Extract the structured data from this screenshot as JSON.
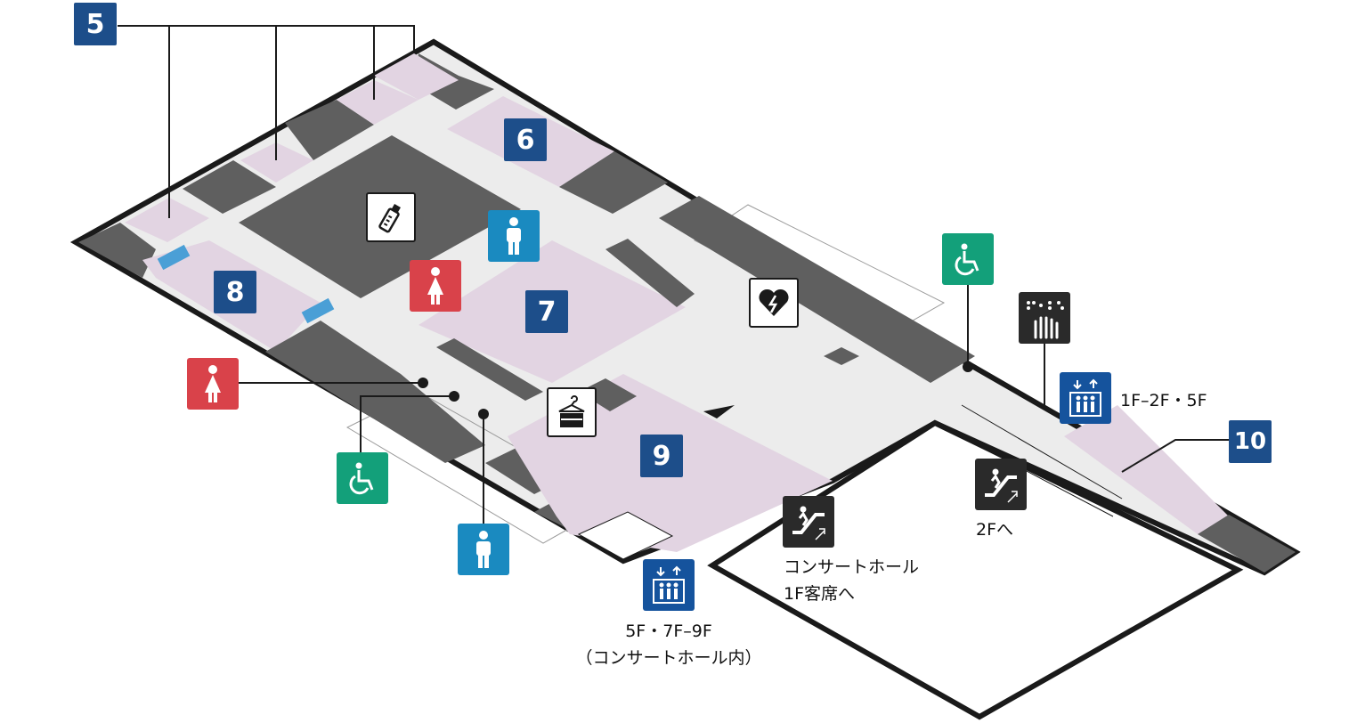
{
  "colors": {
    "area_label": "#1d4e8a",
    "room_pink": "#e2d4e2",
    "wall_dark": "#5f5f5f",
    "floor_light": "#ececec",
    "restroom_women": "#d9424a",
    "restroom_men": "#1a8ac0",
    "accessible": "#13a07a",
    "elevator": "#15539d",
    "escalator": "#2a2a2a",
    "tactile": "#2a2a2a",
    "outline": "#1a1a1a"
  },
  "area_labels": {
    "a5": "5",
    "a6": "6",
    "a7": "7",
    "a8": "8",
    "a9": "9",
    "a10": "10"
  },
  "icons": {
    "nursing": "baby-bottle-icon",
    "men": "men-restroom-icon",
    "women": "women-restroom-icon",
    "accessible": "wheelchair-icon",
    "aed": "aed-heart-icon",
    "cloak": "cloakroom-icon",
    "elevator": "elevator-icon",
    "escalator": "escalator-icon",
    "tactile": "tactile-map-icon"
  },
  "texts": {
    "elevator_right": "1F–2F・5F",
    "escalator_2f": "2Fへ",
    "concert_line1": "コンサートホール",
    "concert_line2": "1F客席へ",
    "elevator_bottom_line1": "5F・7F–9F",
    "elevator_bottom_line2": "（コンサートホール内）"
  }
}
